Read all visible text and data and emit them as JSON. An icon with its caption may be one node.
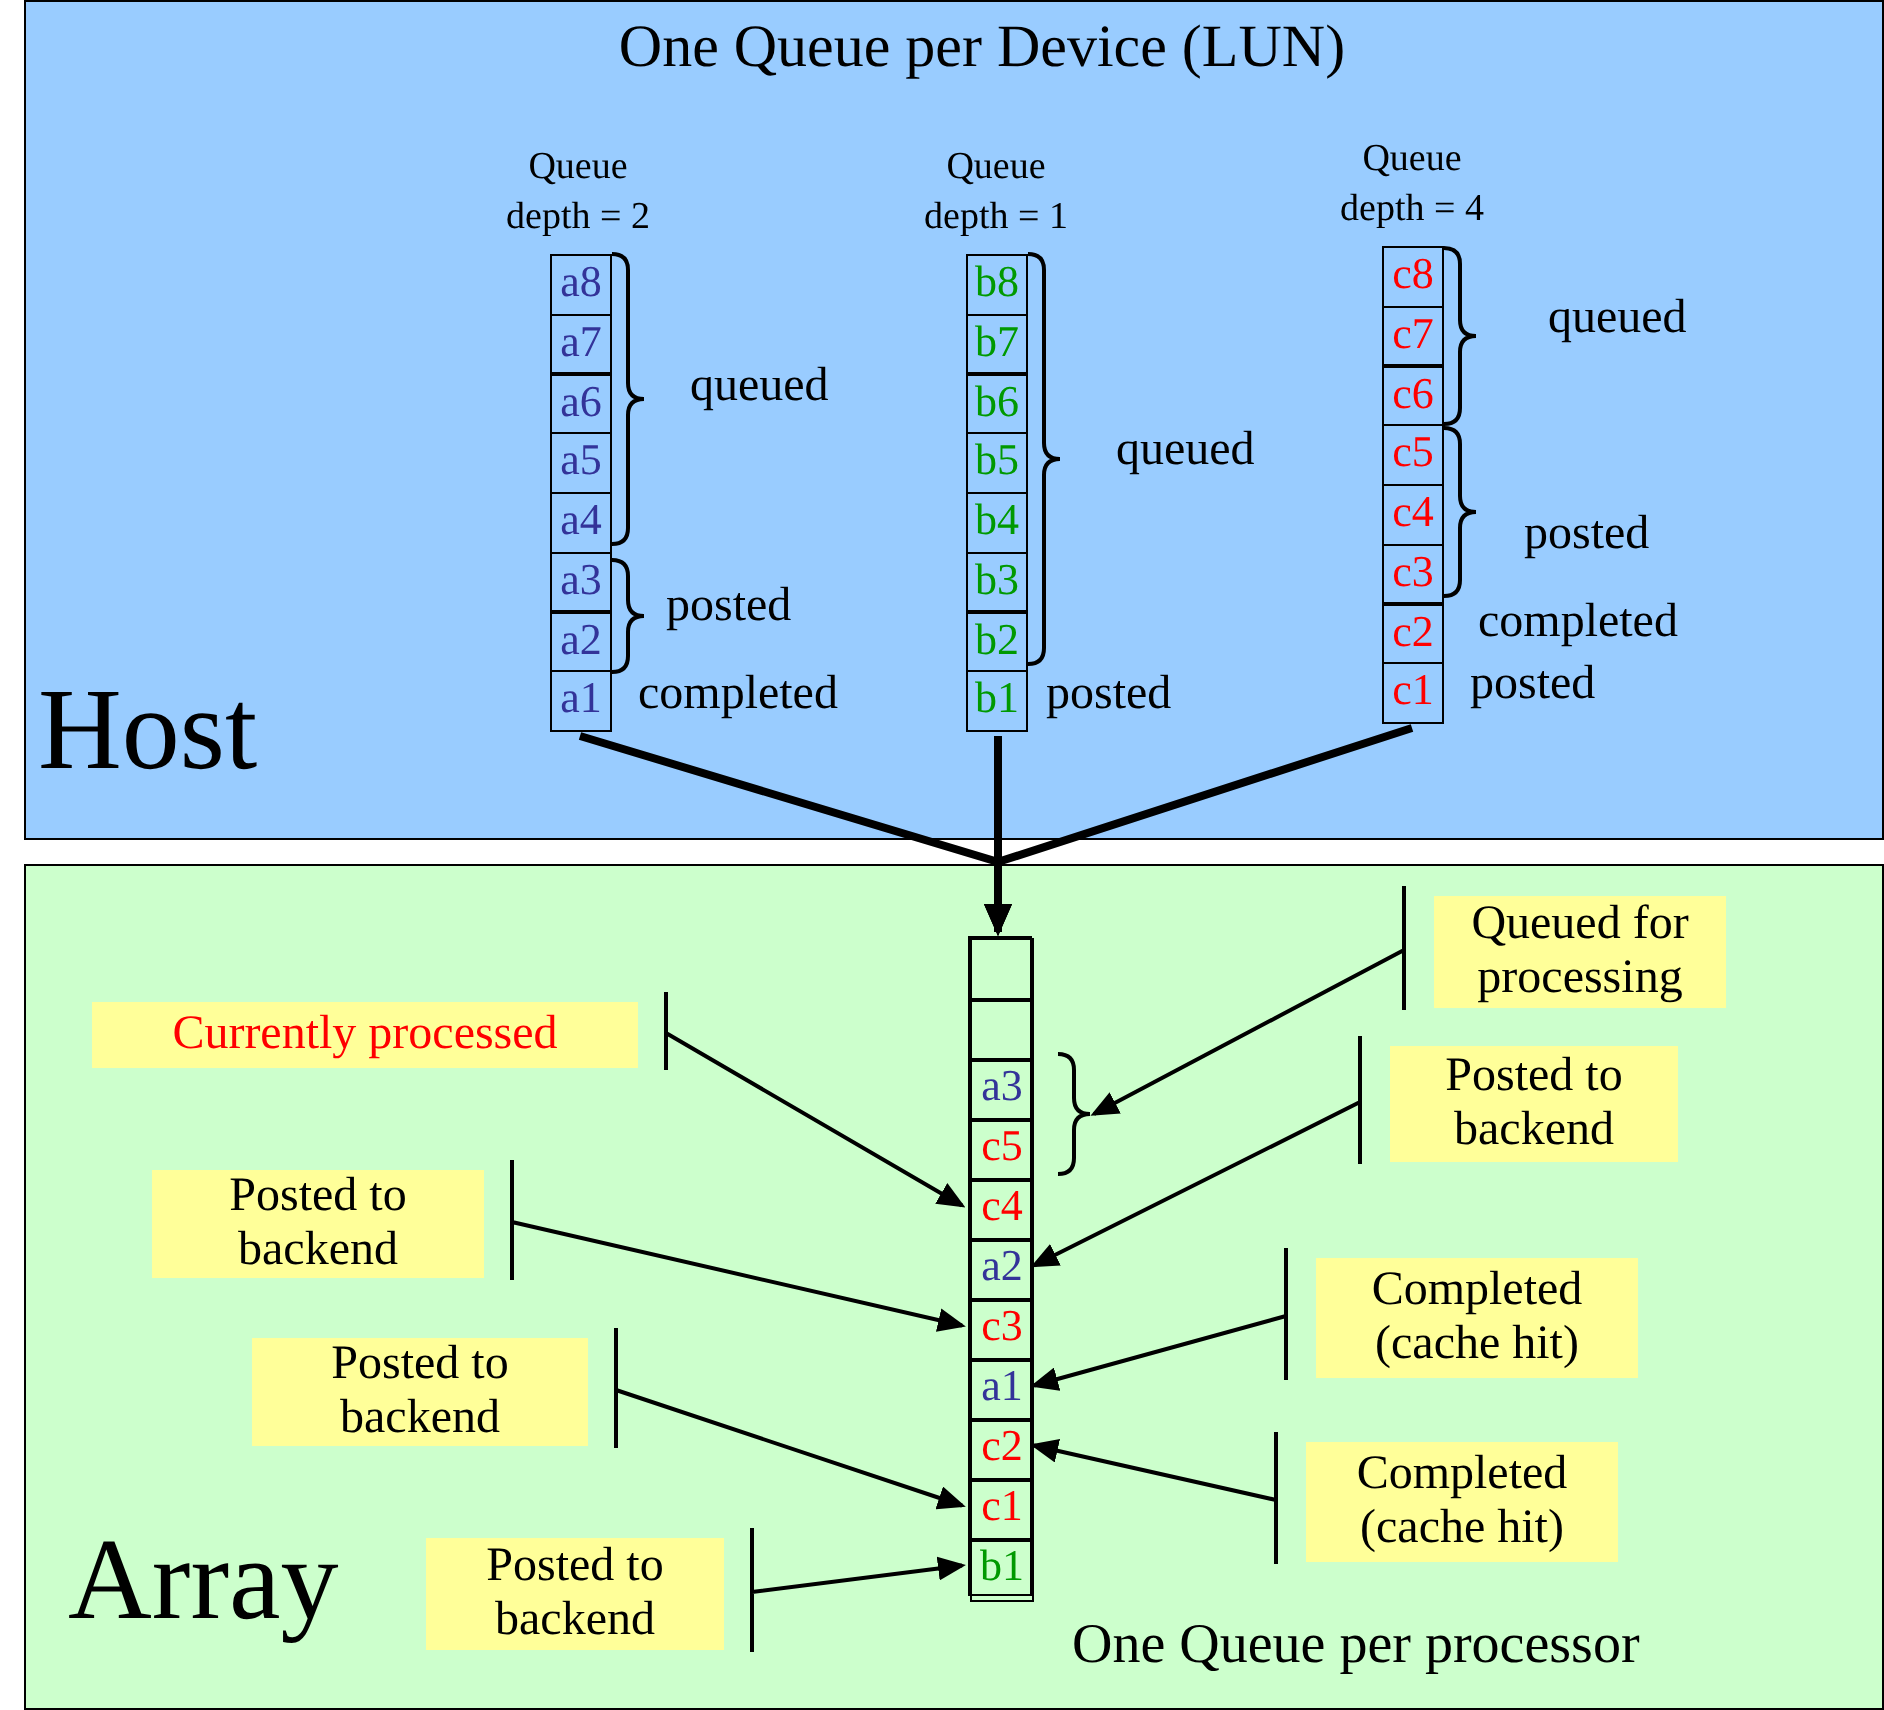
{
  "diagram": {
    "nodes": [
      {
        "text": [
          "One Queue per Device (LUN)",
          "Host"
        ]
      },
      {
        "text": [
          "Queue depth = 2"
        ],
        "in": 0
      },
      {
        "text": [
          "a8"
        ],
        "in": 1
      },
      {
        "text": [
          "a7"
        ],
        "in": 1
      },
      {
        "text": [
          "a6"
        ],
        "in": 1
      },
      {
        "text": [
          "a5"
        ],
        "in": 1
      },
      {
        "text": [
          "a4"
        ],
        "in": 1
      },
      {
        "text": [
          "a3"
        ],
        "in": 1
      },
      {
        "text": [
          "a2"
        ],
        "in": 1
      },
      {
        "text": [
          "a1"
        ],
        "in": 1
      },
      {
        "text": [
          "Queue depth = 1"
        ],
        "in": 0
      },
      {
        "text": [
          "b8"
        ],
        "in": 10
      },
      {
        "text": [
          "b7"
        ],
        "in": 10
      },
      {
        "text": [
          "b6"
        ],
        "in": 10
      },
      {
        "text": [
          "b5"
        ],
        "in": 10
      },
      {
        "text": [
          "b4"
        ],
        "in": 10
      },
      {
        "text": [
          "b3"
        ],
        "in": 10
      },
      {
        "text": [
          "b2"
        ],
        "in": 10
      },
      {
        "text": [
          "b1"
        ],
        "in": 10
      },
      {
        "text": [
          "Queue depth = 4"
        ],
        "in": 0
      },
      {
        "text": [
          "c8"
        ],
        "in": 19
      },
      {
        "text": [
          "c7"
        ],
        "in": 19
      },
      {
        "text": [
          "c6"
        ],
        "in": 19
      },
      {
        "text": [
          "c5"
        ],
        "in": 19
      },
      {
        "text": [
          "c4"
        ],
        "in": 19
      },
      {
        "text": [
          "c3"
        ],
        "in": 19
      },
      {
        "text": [
          "c2"
        ],
        "in": 19
      },
      {
        "text": [
          "c1"
        ],
        "in": 19
      },
      {
        "text": [
          "Array",
          "One Queue per processor"
        ]
      },
      {
        "text": [],
        "shape": "box",
        "in": 28
      },
      {
        "text": [],
        "shape": "box",
        "in": 29
      },
      {
        "text": [],
        "shape": "box",
        "in": 29
      },
      {
        "text": [
          "a3"
        ],
        "in": 29
      },
      {
        "text": [
          "c5"
        ],
        "in": 29
      },
      {
        "text": [
          "c4"
        ],
        "in": 29
      },
      {
        "text": [
          "a2"
        ],
        "in": 29
      },
      {
        "text": [
          "c3"
        ],
        "in": 29
      },
      {
        "text": [
          "a1"
        ],
        "in": 29
      },
      {
        "text": [
          "c2"
        ],
        "in": 29
      },
      {
        "text": [
          "c1"
        ],
        "in": 29
      },
      {
        "text": [
          "b1"
        ],
        "in": 29
      },
      {
        "text": [
          "Queued for processing"
        ],
        "in": 28
      },
      {
        "text": [
          "Currently processed"
        ],
        "in": 28
      },
      {
        "text": [
          "Posted to backend"
        ],
        "in": 28
      },
      {
        "text": [
          "Posted to backend"
        ],
        "in": 28
      },
      {
        "text": [
          "Completed (cache hit)"
        ],
        "in": 28
      },
      {
        "text": [
          "Posted to backend"
        ],
        "in": 28
      },
      {
        "text": [
          "Completed (cache hit)"
        ],
        "in": 28
      },
      {
        "text": [
          "Posted to backend"
        ],
        "in": 28
      }
    ],
    "edges": [
      {
        "from": 1,
        "to": 29,
        "arrow": "to",
        "style": "thick"
      },
      {
        "from": 10,
        "to": 29,
        "arrow": "to",
        "style": "thick"
      },
      {
        "from": 19,
        "to": 29,
        "arrow": "to",
        "style": "thick"
      },
      {
        "from": 41,
        "to": 29,
        "arrow": "to"
      },
      {
        "from": 42,
        "to": 34,
        "arrow": "to"
      },
      {
        "from": 43,
        "to": 35,
        "arrow": "to"
      },
      {
        "from": 44,
        "to": 36,
        "arrow": "to"
      },
      {
        "from": 45,
        "to": 37,
        "arrow": "to"
      },
      {
        "from": 46,
        "to": 39,
        "arrow": "to"
      },
      {
        "from": 47,
        "to": 38,
        "arrow": "to"
      },
      {
        "from": 48,
        "to": 40,
        "arrow": "to"
      }
    ],
    "labels": [
      "queued",
      "posted",
      "completed",
      "queued",
      "posted",
      "queued",
      "posted",
      "completed",
      "posted"
    ]
  }
}
